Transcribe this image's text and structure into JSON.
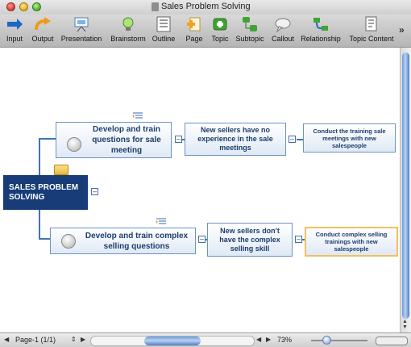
{
  "window": {
    "title": "Sales Problem Solving"
  },
  "toolbar": {
    "items": [
      {
        "label": "Input",
        "icon": "input-arrow-icon"
      },
      {
        "label": "Output",
        "icon": "output-arrow-icon"
      },
      {
        "label": "Presentation",
        "icon": "presentation-easel-icon"
      },
      {
        "label": "Brainstorm",
        "icon": "brainstorm-lightbulb-icon"
      },
      {
        "label": "Outline",
        "icon": "outline-list-icon"
      },
      {
        "label": "Page",
        "icon": "page-add-icon"
      },
      {
        "label": "Topic",
        "icon": "topic-add-icon"
      },
      {
        "label": "Subtopic",
        "icon": "subtopic-add-icon"
      },
      {
        "label": "Callout",
        "icon": "callout-cloud-icon"
      },
      {
        "label": "Relationship",
        "icon": "relationship-icon"
      },
      {
        "label": "Topic Content",
        "icon": "topic-content-icon"
      }
    ],
    "more": "»"
  },
  "map": {
    "central": "SALES PROBLEM SOLVING",
    "topics": [
      {
        "title": "Develop and train questions for sale meeting",
        "subtopic": "New sellers have no experience in the sale meetings",
        "leaf": "Conduct the training sale meetings with new salespeople"
      },
      {
        "title": "Develop and train complex selling questions",
        "subtopic": "New sellers don't have the complex selling skill",
        "leaf": "Conduct complex selling trainings with new salespeople"
      }
    ]
  },
  "statusbar": {
    "page": "Page-1 (1/1)",
    "zoom": "73%"
  },
  "colors": {
    "central": "#173c77",
    "line": "#3f74b5",
    "selection": "#f0c060",
    "text": "#1d3d6b"
  }
}
